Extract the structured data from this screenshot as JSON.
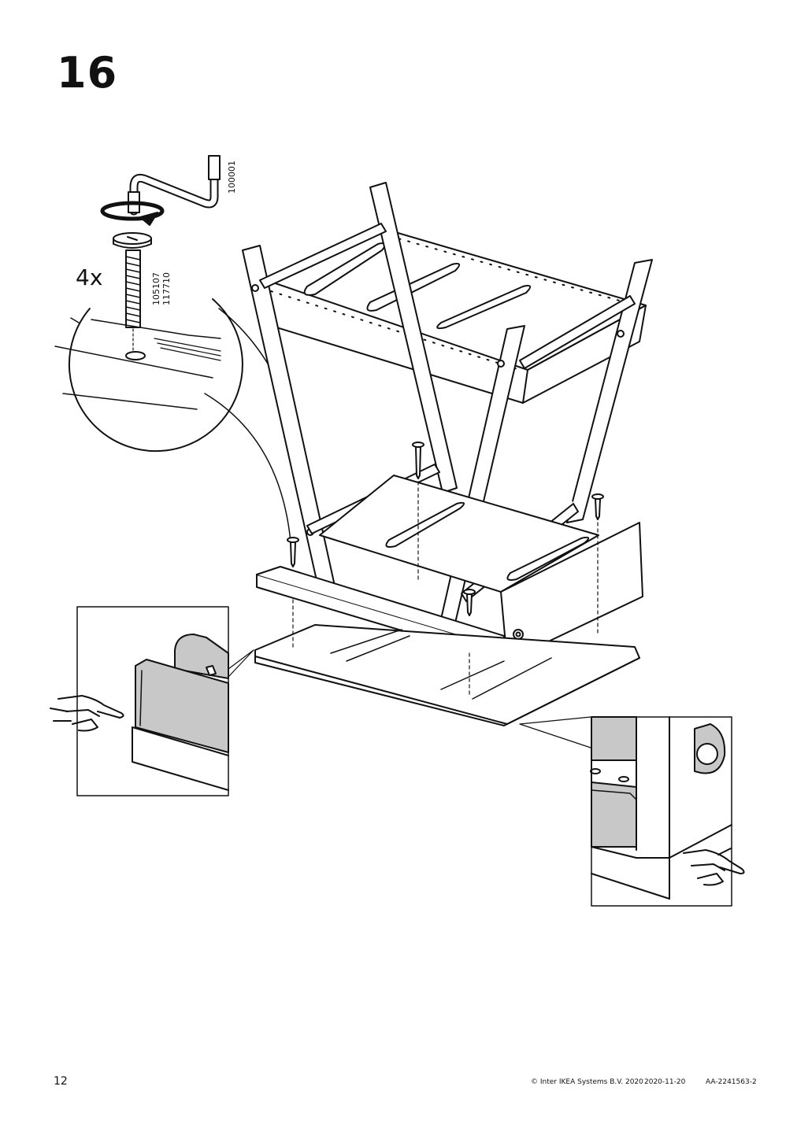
{
  "step": {
    "number": "16"
  },
  "tool": {
    "part_number": "100001",
    "icon": "allen-key-icon"
  },
  "screw": {
    "quantity": "4x",
    "part_numbers": [
      "105107",
      "117710"
    ],
    "icon": "bolt-icon"
  },
  "footer": {
    "page_number": "12",
    "copyright": "© Inter IKEA Systems B.V. 2020",
    "date": "2020-11-20",
    "doc_code": "AA-2241563-2"
  },
  "colors": {
    "ink": "#111111",
    "fill": "#ffffff",
    "shade": "#c8c8c8"
  }
}
